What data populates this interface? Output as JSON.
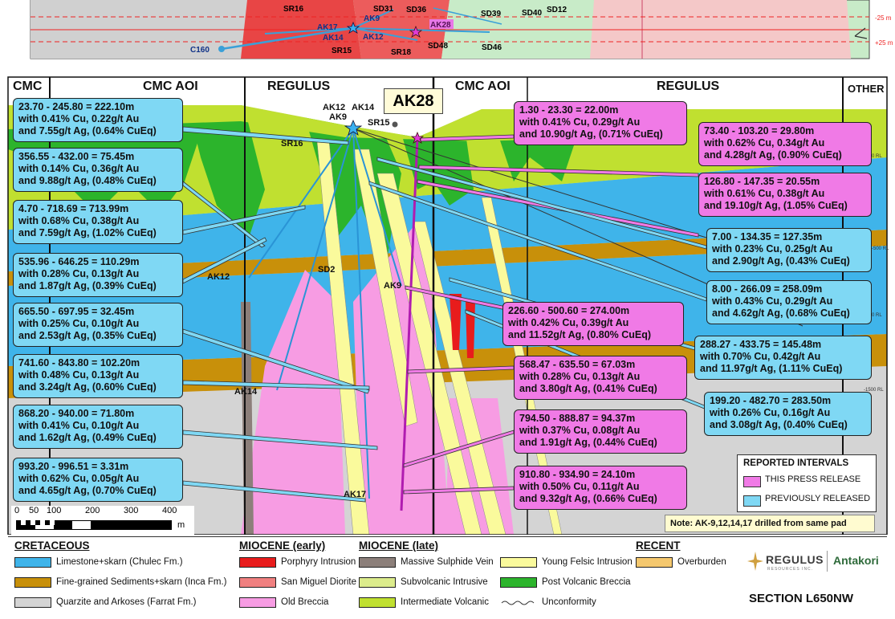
{
  "plan": {
    "drill_labels": [
      "SR16",
      "SD31",
      "SD36",
      "SD39",
      "SD40",
      "SD12",
      "AK9",
      "AK17",
      "AK28",
      "AK14",
      "AK12",
      "C160",
      "SR15",
      "SR18",
      "SD48",
      "SD46"
    ],
    "scale_labels": [
      "-25 m",
      "+25 m"
    ]
  },
  "section": {
    "header_labels": {
      "cmc": "CMC",
      "cmc_aoi_1": "CMC AOI",
      "regulus_1": "REGULUS",
      "cmc_aoi_2": "CMC AOI",
      "regulus_2": "REGULUS",
      "other": "OTHER"
    },
    "ak28_label": "AK28",
    "collar_labels": {
      "ak12": "AK12",
      "ak14": "AK14",
      "ak9": "AK9",
      "sr15": "SR15",
      "sr16": "SR16",
      "sd2": "SD2"
    },
    "hole_labels": {
      "ak12": "AK12",
      "ak9": "AK9",
      "ak14": "AK14",
      "ak17": "AK17"
    },
    "rl_labels": [
      "0 RL",
      "-500 RL",
      "1000 RL",
      "-1500 RL"
    ]
  },
  "callouts_left": [
    {
      "line1": "23.70 - 245.80 = 222.10m",
      "line2": "with 0.41% Cu, 0.22g/t Au",
      "line3": "and 7.55g/t Ag, (0.64% CuEq)"
    },
    {
      "line1": "356.55 - 432.00 = 75.45m",
      "line2": "with 0.14% Cu, 0.36g/t Au",
      "line3": "and 9.88g/t Ag, (0.48% CuEq)"
    },
    {
      "line1": "4.70 - 718.69 = 713.99m",
      "line2": "with 0.68% Cu, 0.38g/t Au",
      "line3": "and 7.59g/t Ag, (1.02% CuEq)"
    },
    {
      "line1": "535.96 - 646.25 = 110.29m",
      "line2": "with 0.28% Cu, 0.13g/t Au",
      "line3": "and 1.87g/t Ag, (0.39% CuEq)"
    },
    {
      "line1": "665.50 - 697.95 = 32.45m",
      "line2": "with 0.25% Cu, 0.10g/t Au",
      "line3": "and 2.53g/t Ag, (0.35% CuEq)"
    },
    {
      "line1": "741.60 - 843.80 = 102.20m",
      "line2": "with 0.48% Cu, 0.13g/t Au",
      "line3": "and 3.24g/t Ag, (0.60% CuEq)"
    },
    {
      "line1": "868.20 - 940.00 = 71.80m",
      "line2": "with 0.41% Cu, 0.10g/t Au",
      "line3": "and 1.62g/t Ag, (0.49% CuEq)"
    },
    {
      "line1": "993.20 - 996.51 = 3.31m",
      "line2": "with 0.62% Cu, 0.05g/t Au",
      "line3": "and 4.65g/t Ag, (0.70% CuEq)"
    }
  ],
  "callouts_pink": [
    {
      "line1": "1.30 - 23.30 = 22.00m",
      "line2": "with 0.41% Cu, 0.29g/t Au",
      "line3": "and 10.90g/t Ag, (0.71% CuEq)"
    },
    {
      "line1": "73.40 - 103.20 = 29.80m",
      "line2": "with 0.62% Cu, 0.34g/t Au",
      "line3": "and 4.28g/t Ag, (0.90% CuEq)"
    },
    {
      "line1": "126.80 - 147.35 = 20.55m",
      "line2": "with 0.61% Cu, 0.38g/t Au",
      "line3": "and 19.10g/t Ag, (1.05% CuEq)"
    },
    {
      "line1": "226.60 - 500.60 = 274.00m",
      "line2": "with 0.42% Cu, 0.39g/t Au",
      "line3": "and 11.52g/t Ag, (0.80% CuEq)"
    },
    {
      "line1": "568.47 - 635.50 = 67.03m",
      "line2": "with 0.28% Cu, 0.13g/t Au",
      "line3": "and 3.80g/t Ag, (0.41% CuEq)"
    },
    {
      "line1": "794.50 - 888.87 = 94.37m",
      "line2": "with 0.37% Cu, 0.08g/t Au",
      "line3": "and 1.91g/t Ag, (0.44% CuEq)"
    },
    {
      "line1": "910.80 - 934.90 = 24.10m",
      "line2": "with 0.50% Cu, 0.11g/t Au",
      "line3": "and 9.32g/t Ag, (0.66% CuEq)"
    }
  ],
  "callouts_right_blue": [
    {
      "line1": "7.00 - 134.35 = 127.35m",
      "line2": "with 0.23% Cu, 0.25g/t Au",
      "line3": "and 2.90g/t Ag, (0.43% CuEq)"
    },
    {
      "line1": "8.00 - 266.09 = 258.09m",
      "line2": "with 0.43% Cu, 0.29g/t Au",
      "line3": "and 4.62g/t Ag, (0.68% CuEq)"
    },
    {
      "line1": "288.27 - 433.75 = 145.48m",
      "line2": "with 0.70% Cu, 0.42g/t Au",
      "line3": "and 11.97g/t Ag, (1.11% CuEq)"
    },
    {
      "line1": "199.20 - 482.70 = 283.50m",
      "line2": "with 0.26% Cu, 0.16g/t Au",
      "line3": "and 3.08g/t Ag, (0.40% CuEq)"
    }
  ],
  "reported": {
    "title": "REPORTED INTERVALS",
    "this": "THIS PRESS RELEASE",
    "previous": "PREVIOUSLY RELEASED"
  },
  "scale": {
    "labels": [
      "0",
      "50",
      "100",
      "200",
      "300",
      "400"
    ],
    "unit": "m"
  },
  "note": "Note: AK-9,12,14,17 drilled from same pad",
  "legend": {
    "cretaceous": {
      "title": "CRETACEOUS",
      "items": [
        "Limestone+skarn (Chulec Fm.)",
        "Fine-grained Sediments+skarn (Inca Fm.)",
        "Quarzite and Arkoses (Farrat Fm.)"
      ]
    },
    "miocene_early": {
      "title": "MIOCENE (early)",
      "items": [
        "Porphyry Intrusion",
        "San Miguel Diorite",
        "Old Breccia"
      ]
    },
    "miocene_late": {
      "title": "MIOCENE (late)",
      "items": [
        "Massive Sulphide Vein",
        "Subvolcanic Intrusive",
        "Intermediate Volcanic",
        "Young Felsic Intrusion",
        "Post Volcanic Breccia",
        "Unconformity"
      ]
    },
    "recent": {
      "title": "RECENT",
      "items": [
        "Overburden"
      ]
    }
  },
  "colors": {
    "limestone": "#3fb4ea",
    "sediments": "#c8900a",
    "quartzite": "#d4d4d4",
    "porphyry": "#e81c1c",
    "diorite": "#f08080",
    "old_breccia": "#f79ce3",
    "sulphide": "#8c7f7a",
    "subvolcanic": "#dcec8c",
    "intermediate": "#c0e030",
    "felsic": "#fafa9c",
    "post_breccia": "#2cb42c",
    "overburden": "#f5c86e",
    "pink_callout": "#f07ae6",
    "blue_callout": "#7fd8f4"
  },
  "logo": {
    "regulus": "REGULUS",
    "regulus_sub": "RESOURCES INC.",
    "antakori": "Antakori"
  },
  "section_title": "SECTION L650NW"
}
